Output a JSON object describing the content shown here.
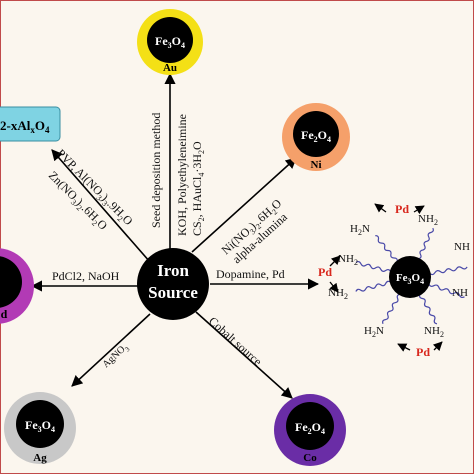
{
  "center": {
    "line1": "Iron",
    "line2": "Source"
  },
  "core_label": "Fe3O4",
  "products": {
    "au": {
      "core": "Fe3O4",
      "metal": "Au",
      "shell_color": "#f4e016"
    },
    "ni": {
      "core": "Fe2O4",
      "metal": "Ni",
      "shell_color": "#f5a06a"
    },
    "pd": {
      "metal": "d",
      "shell_color": "#b23ab5"
    },
    "ag": {
      "core": "Fe3O4",
      "metal": "Ag",
      "shell_color": "#c8c8c8"
    },
    "co": {
      "core": "Fe2O4",
      "metal": "Co",
      "shell_color": "#6a2da6"
    },
    "al": {
      "text": "2-xAlxO4",
      "box_color": "#7fd3e3"
    }
  },
  "routes": {
    "au": {
      "line1": "Seed deposition method",
      "line2": "KOH, Polyethyleneimine",
      "line3": "CS2, HAuCl4·3H2O"
    },
    "ni": {
      "line1": "Ni(NO3)2.6H2O",
      "line2": "alpha-alumina"
    },
    "al": {
      "line1": "PVP, Al(NO3)3.9H2O",
      "line2": "Zn(NO3)2.6H2O"
    },
    "pd": {
      "line1": "PdCl2, NaOH"
    },
    "pd_cluster": {
      "line1": "Dopamine, Pd"
    },
    "ag": {
      "line1": "AgNO3"
    },
    "co": {
      "line1": "Cobalt source"
    }
  },
  "cluster": {
    "core": "Fe3O4",
    "ligand": "NH2",
    "metal": "Pd",
    "chain_color": "#4a4aa8"
  },
  "colors": {
    "arrow": "#000000",
    "frame": "#c04a4a"
  }
}
